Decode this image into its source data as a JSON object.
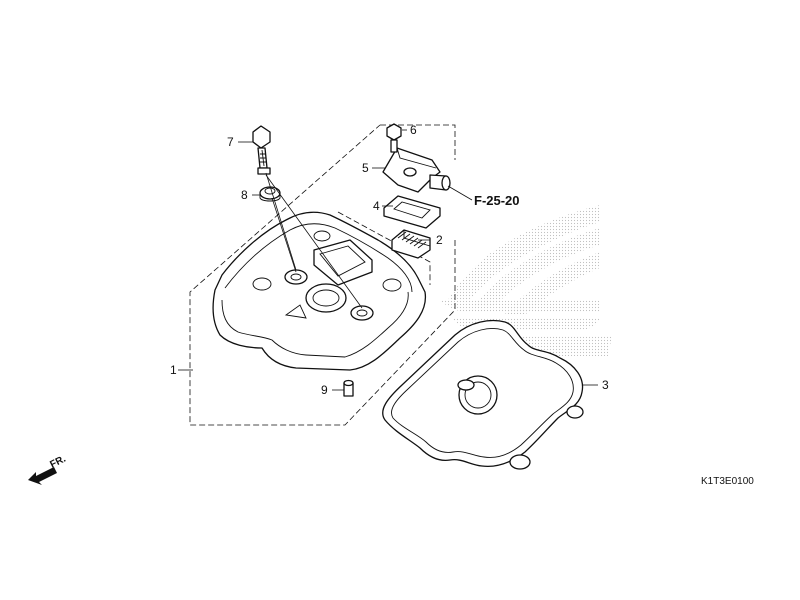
{
  "diagram": {
    "callouts": [
      {
        "id": "1",
        "label": "1"
      },
      {
        "id": "2",
        "label": "2"
      },
      {
        "id": "3",
        "label": "3"
      },
      {
        "id": "4",
        "label": "4"
      },
      {
        "id": "5",
        "label": "5"
      },
      {
        "id": "6",
        "label": "6"
      },
      {
        "id": "7",
        "label": "7"
      },
      {
        "id": "8",
        "label": "8"
      },
      {
        "id": "9",
        "label": "9"
      }
    ],
    "reference": "F-25-20",
    "front_marker": "FR.",
    "drawing_code": "K1T3E0100",
    "colors": {
      "line": "#111111",
      "background": "#ffffff",
      "watermark": "#c8c8c8"
    },
    "icons": [
      "front-arrow-icon",
      "honda-wing-watermark-icon"
    ]
  }
}
